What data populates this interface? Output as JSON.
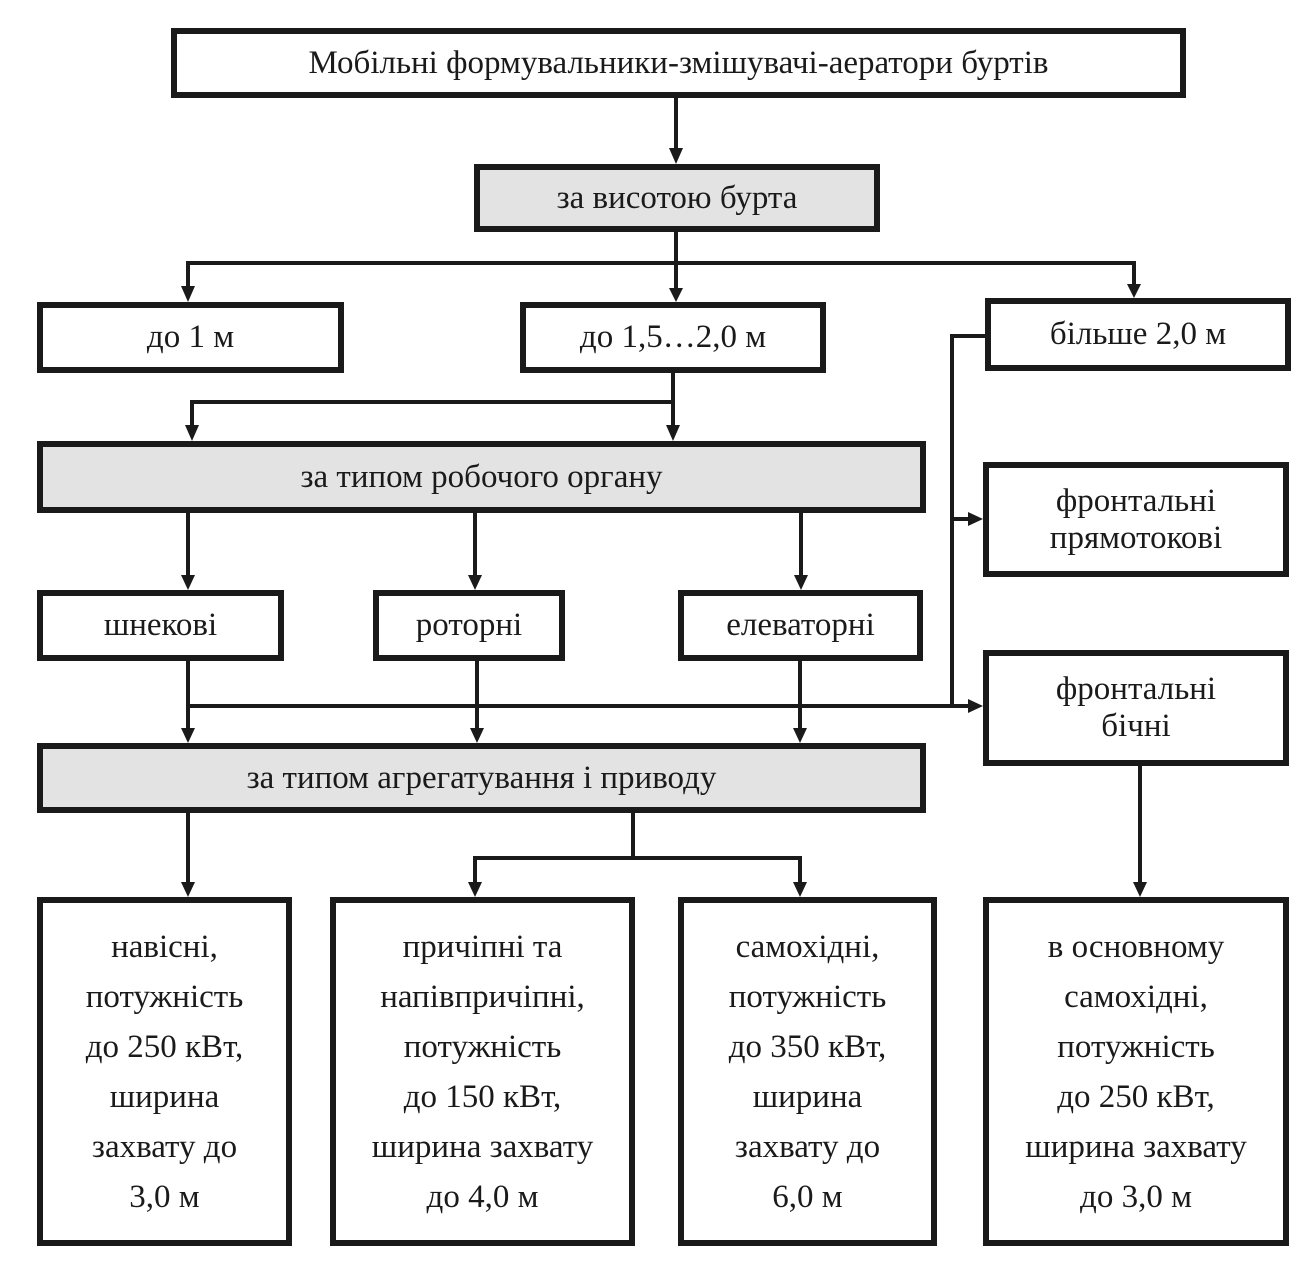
{
  "diagram": {
    "root": {
      "label": "Мобільні формувальники-змішувачі-аератори буртів"
    },
    "criteria": {
      "height": {
        "label": "за висотою бурта"
      },
      "working_organ": {
        "label": "за типом робочого органу"
      },
      "aggregation": {
        "label": "за типом агрегатування і приводу"
      }
    },
    "height_classes": [
      {
        "label": "до 1 м"
      },
      {
        "label": "до 1,5…2,0 м"
      },
      {
        "label": "більше 2,0 м"
      }
    ],
    "organ_types": [
      {
        "label": "шнекові"
      },
      {
        "label": "роторні"
      },
      {
        "label": "елеваторні"
      }
    ],
    "frontal_types": [
      {
        "label": "фронтальні\nпрямотокові"
      },
      {
        "label": "фронтальні\nбічні"
      }
    ],
    "aggregation_types": [
      {
        "label": "навісні,\nпотужність\nдо 250 кВт,\nширина\nзахвату до\n3,0 м"
      },
      {
        "label": "причіпні та\nнапівпричіпні,\nпотужність\nдо 150 кВт,\nширина захвату\nдо 4,0 м"
      },
      {
        "label": "самохідні,\nпотужність\nдо 350 кВт,\nширина\nзахвату до\n6,0 м"
      },
      {
        "label": "в основному\nсамохідні,\nпотужність\nдо 250 кВт,\nширина захвату\nдо 3,0 м"
      }
    ],
    "colors": {
      "line": "#1a1a1a",
      "criterion_fill": "#e3e3e3",
      "node_fill": "#ffffff"
    }
  }
}
